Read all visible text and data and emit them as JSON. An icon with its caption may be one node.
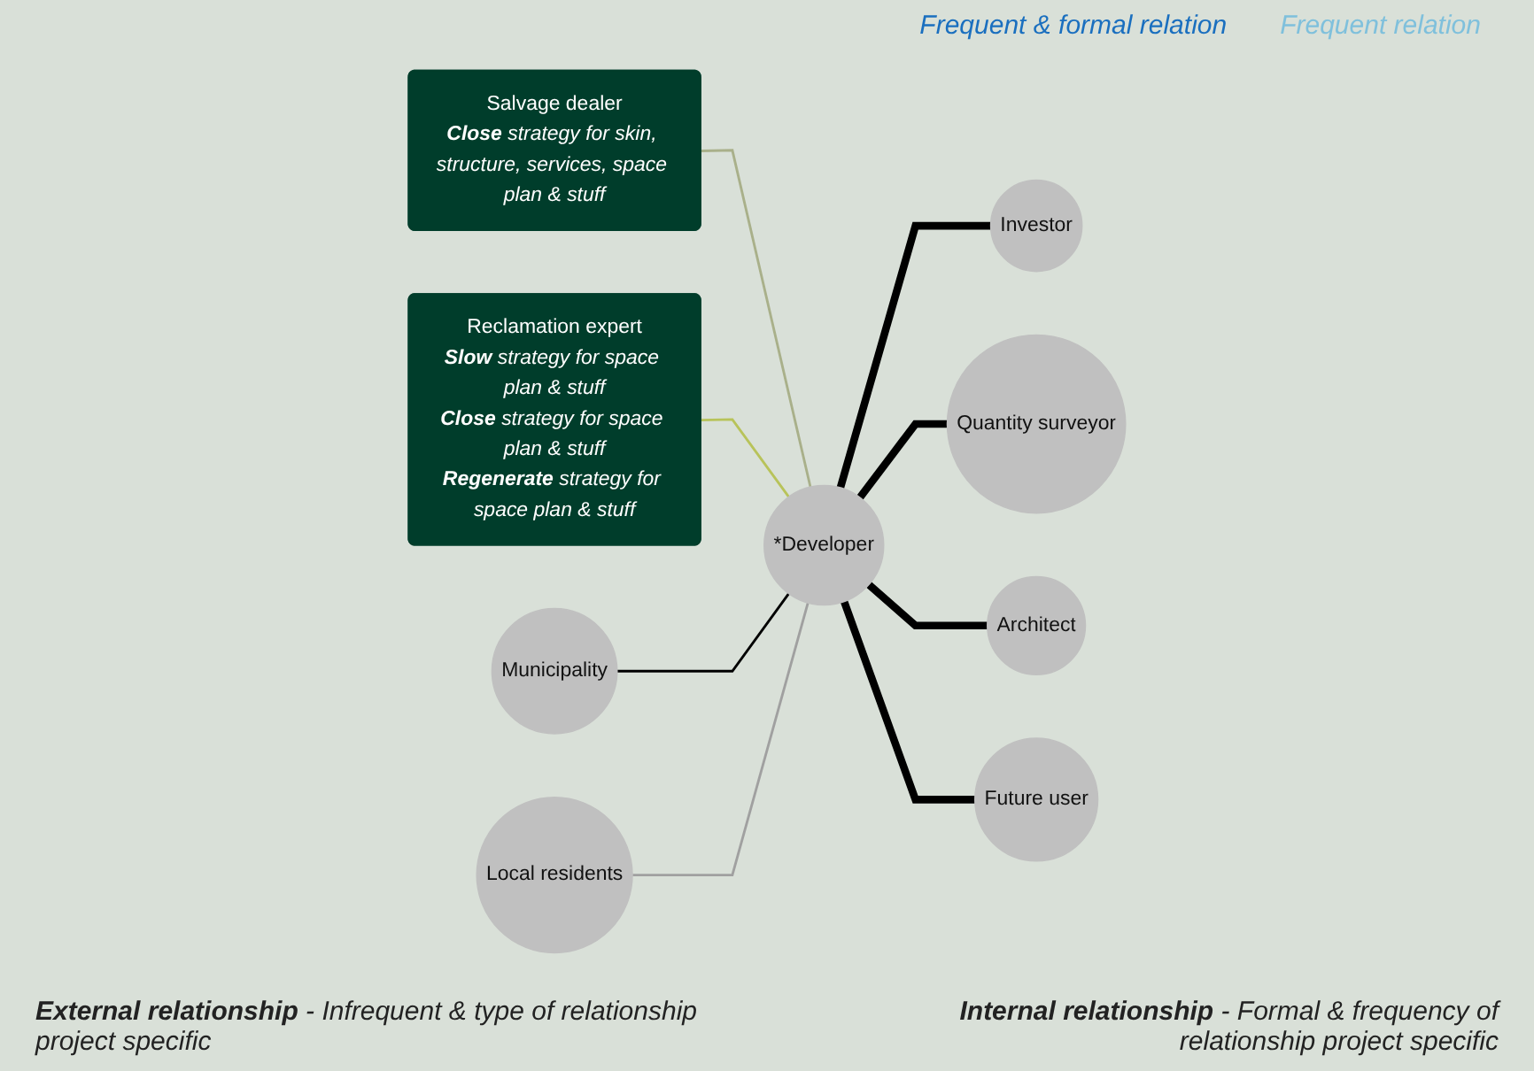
{
  "diagram": {
    "nodes": [
      {
        "text": [
          "Salvage dealer",
          "**Close** strategy for skin, structure, services, space plan & stuff"
        ]
      },
      {
        "text": [
          "Reclamation expert",
          "**Slow** strategy for space plan & stuff",
          "**Close** strategy for space plan & stuff",
          "**Regenerate** strategy for space plan & stuff"
        ]
      },
      {
        "text": [
          "Investor"
        ]
      },
      {
        "text": [
          "Quantity surveyor"
        ]
      },
      {
        "text": [
          "*Developer"
        ]
      },
      {
        "text": [
          "Municipality"
        ]
      },
      {
        "text": [
          "Architect"
        ]
      },
      {
        "text": [
          "Local residents"
        ]
      },
      {
        "text": [
          "Future user"
        ]
      }
    ],
    "edges": [
      {
        "from": 0,
        "to": 4,
        "arrow": "none",
        "color": "#a9b08a"
      },
      {
        "from": 1,
        "to": 4,
        "arrow": "none",
        "color": "#b8c35a"
      },
      {
        "from": 4,
        "to": 2,
        "arrow": "none",
        "style": "thick"
      },
      {
        "from": 4,
        "to": 3,
        "arrow": "none",
        "style": "thick"
      },
      {
        "from": 5,
        "to": 4,
        "arrow": "none"
      },
      {
        "from": 4,
        "to": 6,
        "arrow": "none",
        "style": "thick"
      },
      {
        "from": 7,
        "to": 4,
        "arrow": "none",
        "color": "#a0a0a0"
      },
      {
        "from": 4,
        "to": 8,
        "arrow": "none",
        "style": "thick"
      }
    ],
    "labels": [
      "Frequent & formal relation",
      "Frequent relation",
      "**External relationship** - Infrequent & type of relationship project specific",
      "**Internal relationship** - Formal & frequency of relationship project specific"
    ]
  }
}
